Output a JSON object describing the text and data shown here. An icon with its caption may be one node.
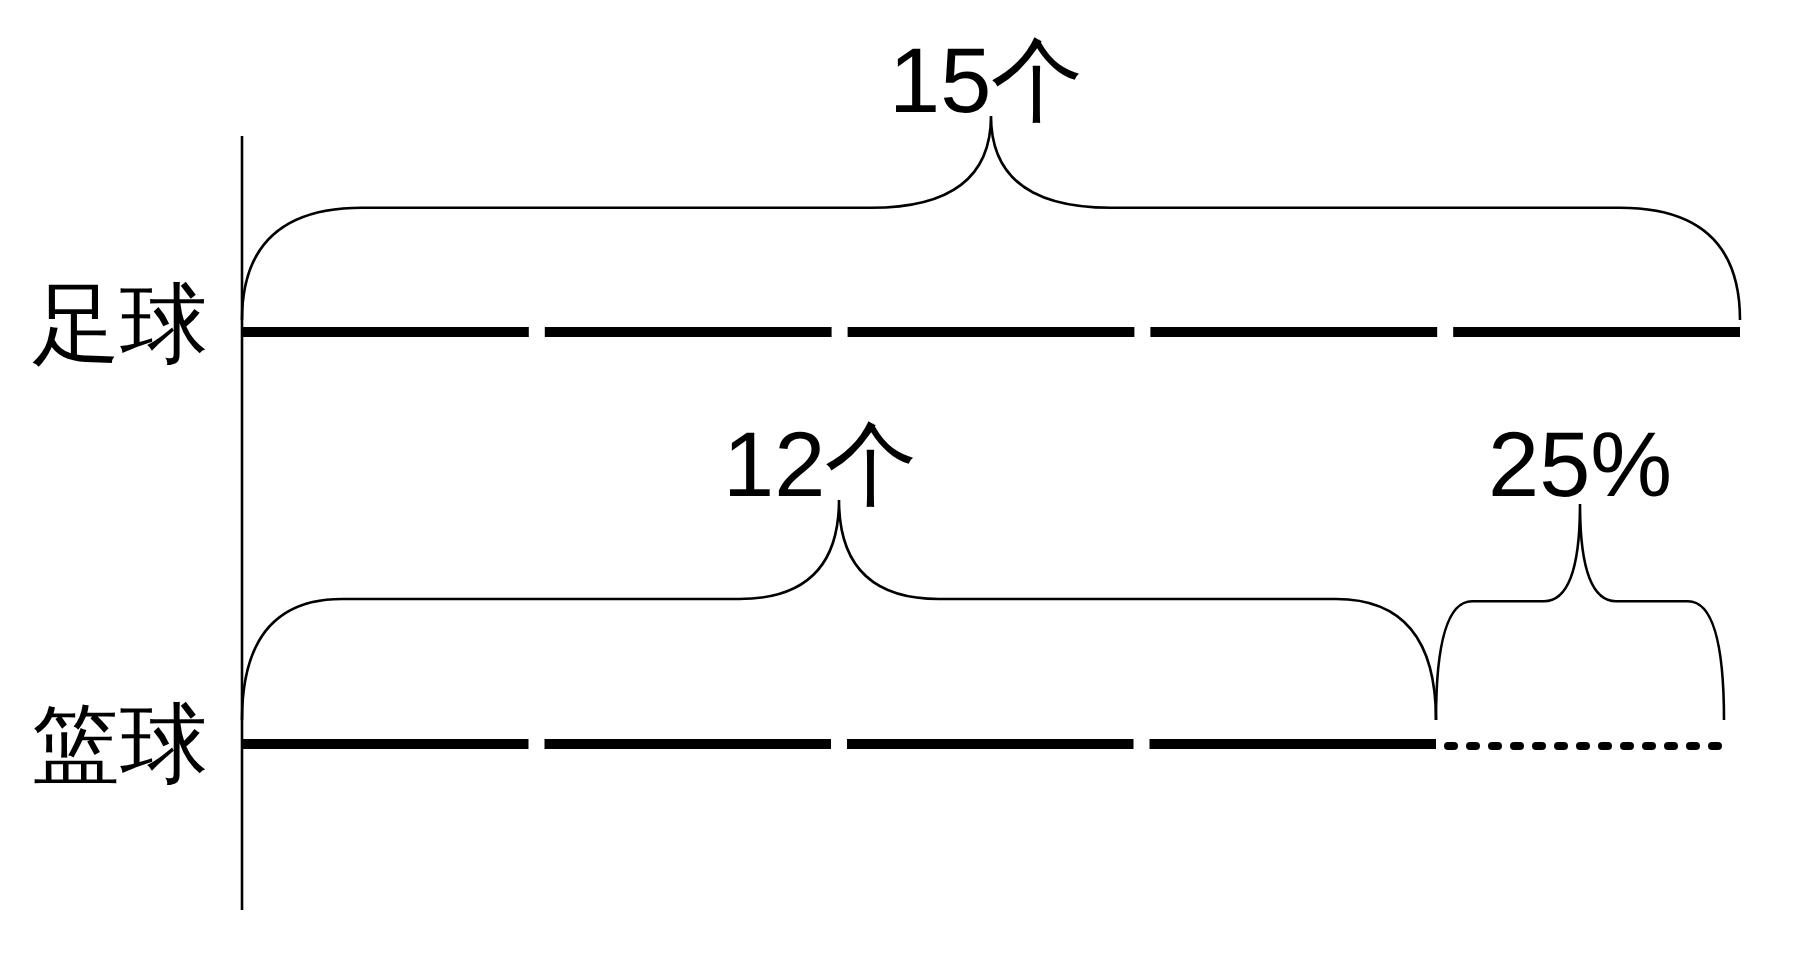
{
  "diagram": {
    "labels": [
      "15个",
      "足球",
      "12个",
      "25%",
      "篮球"
    ]
  }
}
